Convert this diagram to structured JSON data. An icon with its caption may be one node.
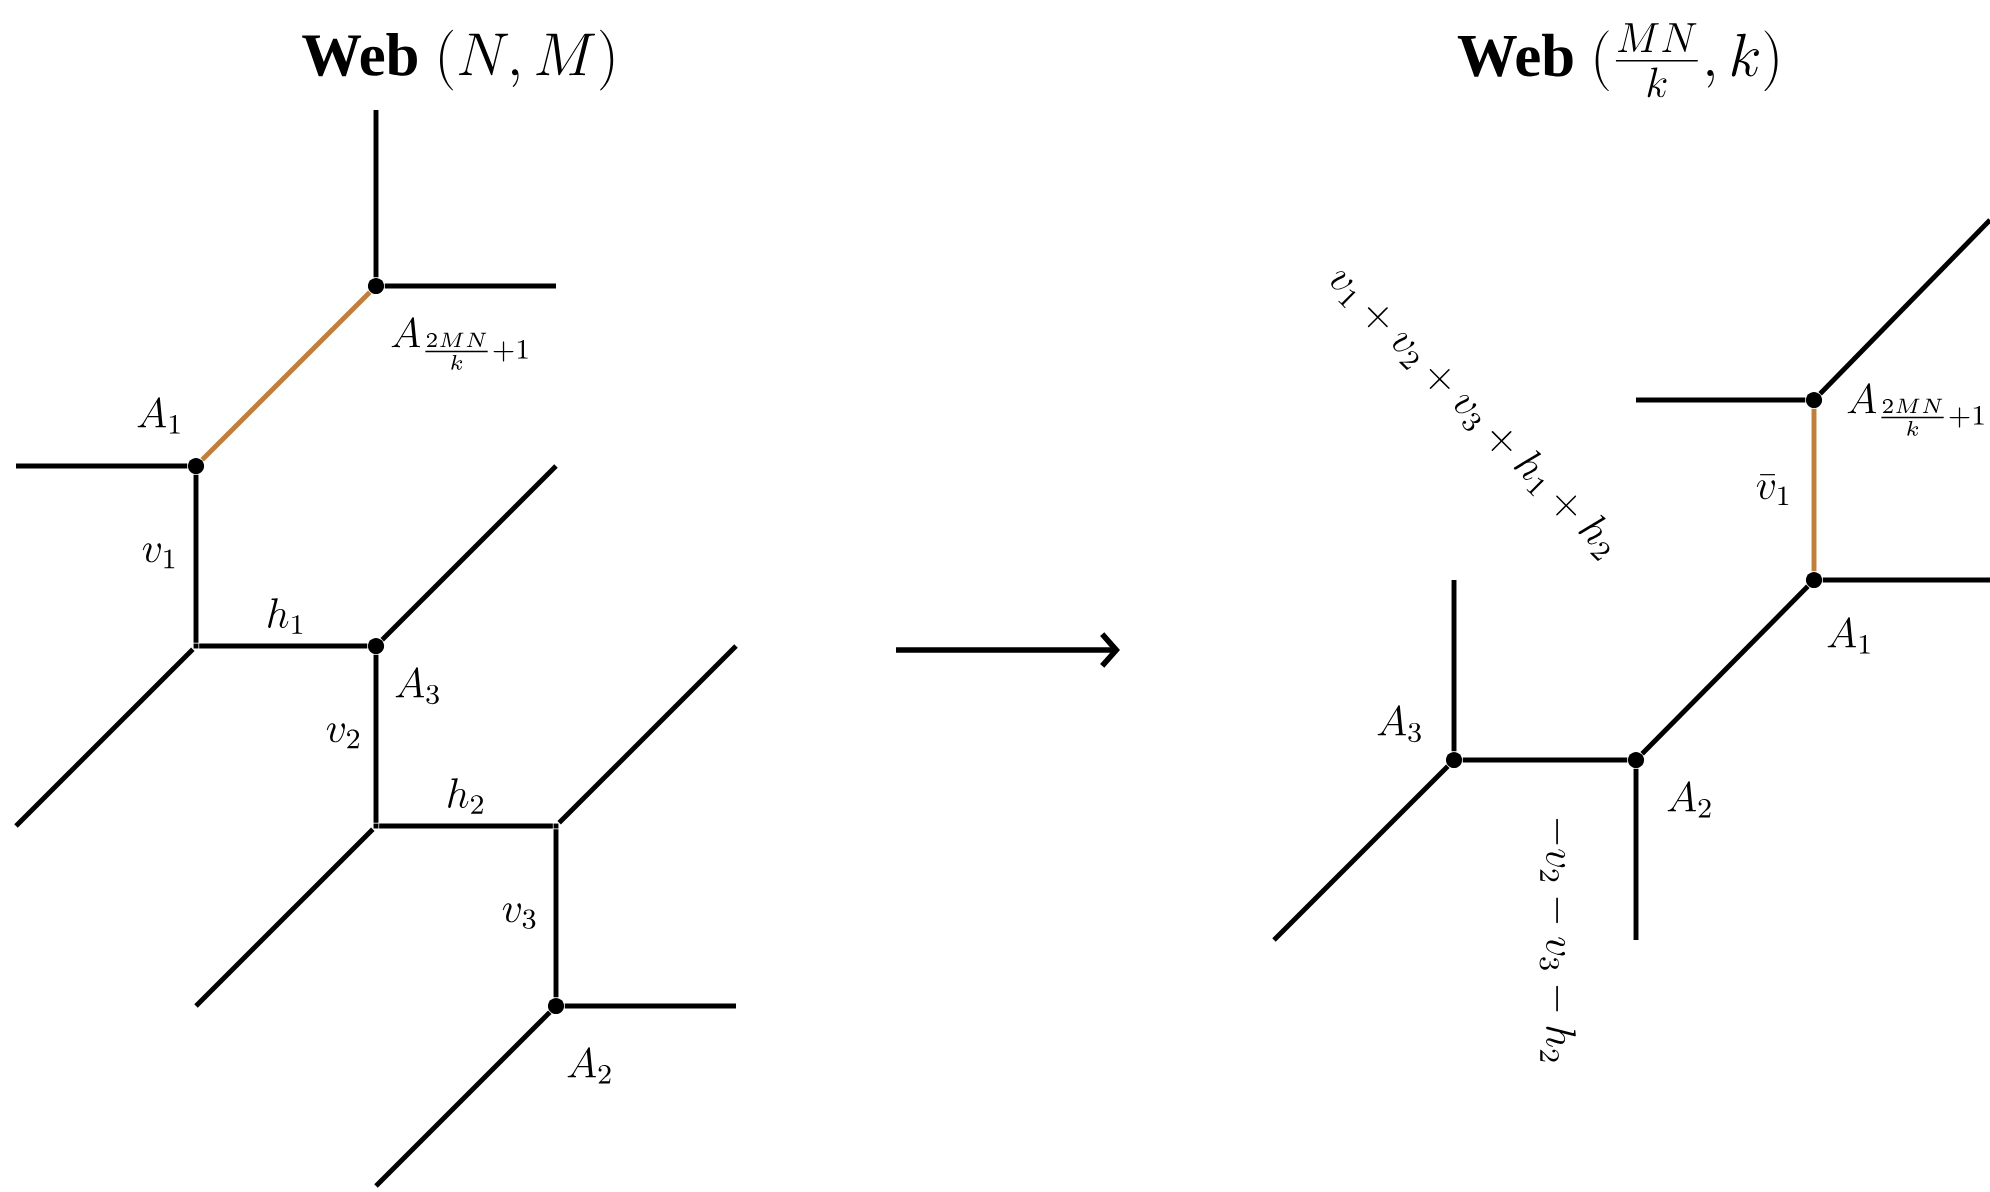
{
  "diagram": {
    "nodes": [
      {
        "text": [],
        "shape": "dot",
        "beside": [
          "A_{\\frac{2MN}{k}+1}"
        ]
      },
      {
        "text": [],
        "shape": "dot",
        "beside": [
          "A_1"
        ]
      },
      {
        "text": [],
        "shape": "point"
      },
      {
        "text": [],
        "shape": "dot",
        "beside": [
          "A_3"
        ]
      },
      {
        "text": [],
        "shape": "point"
      },
      {
        "text": [],
        "shape": "point"
      },
      {
        "text": [],
        "shape": "dot",
        "beside": [
          "A_2"
        ]
      },
      {
        "text": [],
        "shape": "dot",
        "beside": [
          "A_{\\frac{2MN}{k}+1}"
        ]
      },
      {
        "text": [],
        "shape": "dot",
        "beside": [
          "A_1"
        ]
      },
      {
        "text": [],
        "shape": "dot",
        "beside": [
          "A_2"
        ]
      },
      {
        "text": [],
        "shape": "dot",
        "beside": [
          "A_3"
        ]
      }
    ],
    "edges": [
      {
        "from": null,
        "to": 0,
        "arrow": "none"
      },
      {
        "from": 0,
        "to": null,
        "arrow": "none"
      },
      {
        "from": 0,
        "to": 1,
        "arrow": "none",
        "color": "#c0803c"
      },
      {
        "from": null,
        "to": 1,
        "arrow": "none"
      },
      {
        "from": 1,
        "to": 2,
        "arrow": "none",
        "label": "v_1"
      },
      {
        "from": 2,
        "to": 3,
        "arrow": "none",
        "label": "h_1"
      },
      {
        "from": 2,
        "to": null,
        "arrow": "none"
      },
      {
        "from": 3,
        "to": null,
        "arrow": "none"
      },
      {
        "from": 3,
        "to": 4,
        "arrow": "none",
        "label": "v_2"
      },
      {
        "from": 4,
        "to": 5,
        "arrow": "none",
        "label": "h_2"
      },
      {
        "from": 4,
        "to": null,
        "arrow": "none"
      },
      {
        "from": 5,
        "to": null,
        "arrow": "none"
      },
      {
        "from": 5,
        "to": 6,
        "arrow": "none",
        "label": "v_3"
      },
      {
        "from": 6,
        "to": null,
        "arrow": "none"
      },
      {
        "from": 6,
        "to": null,
        "arrow": "none"
      },
      {
        "from": 7,
        "to": null,
        "arrow": "none"
      },
      {
        "from": null,
        "to": 7,
        "arrow": "none"
      },
      {
        "from": 7,
        "to": 8,
        "arrow": "none",
        "color": "#c0803c",
        "label": "\\bar{v}_1"
      },
      {
        "from": 8,
        "to": null,
        "arrow": "none"
      },
      {
        "from": 8,
        "to": 9,
        "arrow": "none"
      },
      {
        "from": 9,
        "to": null,
        "arrow": "none"
      },
      {
        "from": 10,
        "to": 9,
        "arrow": "none"
      },
      {
        "from": null,
        "to": 10,
        "arrow": "none"
      },
      {
        "from": 10,
        "to": null,
        "arrow": "none"
      }
    ],
    "labels": [
      "Web",
      "(N,M)",
      "Web",
      "(\\frac{MN}{k},k)",
      "v_1+v_2+v_3+h_1+h_2",
      "-v_2-v_3-h_2"
    ]
  }
}
